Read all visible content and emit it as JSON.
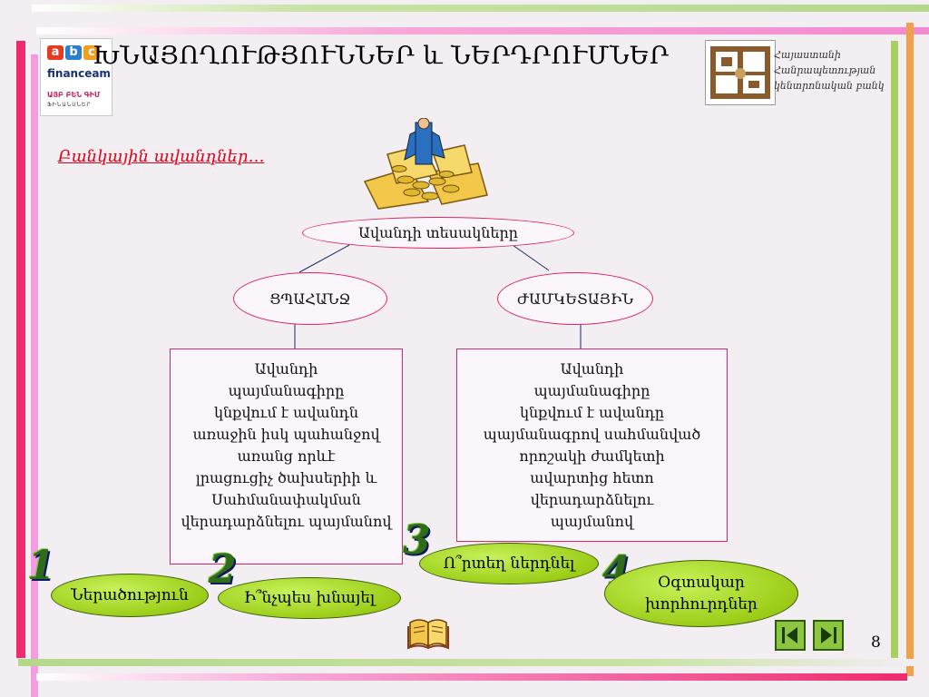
{
  "header": {
    "title": "ԽՆԱՅՈՂՈՒԹՅՈՒՆՆԵՐ և ՆԵՐԴՐՈՒՄՆԵՐ",
    "left_logo": {
      "abc": [
        "a",
        "b",
        "c"
      ],
      "brand": "financeam",
      "tagline": "ԱՅԲ ԲԵՆ ԳԻՄ",
      "sub": "ՖԻՆԱՆՍՆԵՐ"
    },
    "right_logo_lines": [
      "Հայաստանի",
      "Հանրապետության",
      "կենտրոնական բանկ"
    ]
  },
  "subheading": "Բանկային ավանդներ…",
  "diagram": {
    "root": "Ավանդի տեսակները",
    "left": {
      "label": "ՑՊԱՀԱՆՋ",
      "description": [
        "Ավանդի",
        "պայմանագիրը",
        "կնքվում է ավանդն",
        "առաջին իսկ պահանջով",
        "առանց որևէ",
        "լրացուցիչ ծախսերիի և",
        "Սահմանափակման",
        "վերադարձնելու պայմանով"
      ]
    },
    "right": {
      "label": "ԺԱՄԿԵՏԱՅԻՆ",
      "description": [
        "Ավանդի",
        "պայմանագիրը",
        "կնքվում է ավանդը",
        "պայմանագրով սահմանված",
        "որոշակի ժամկետի",
        "ավարտից հետո",
        "վերադարձնելու",
        "պայմանով"
      ]
    }
  },
  "nav_items": [
    {
      "number": "1",
      "label": "Ներածություն"
    },
    {
      "number": "2",
      "label": "Ի՞նչպես խնայել"
    },
    {
      "number": "3",
      "label": "Ո՞րտեղ ներդնել"
    },
    {
      "number": "4",
      "label_lines": [
        "Օգտակար",
        "խորհուրդներ"
      ]
    }
  ],
  "page_number": "8",
  "icons": [
    "money-pile-icon",
    "book-icon",
    "prev-arrow-icon",
    "next-arrow-icon"
  ],
  "colors": {
    "accent_red": "#e0245e",
    "green_button": "#9ccd18",
    "subheading": "#e0001a"
  }
}
